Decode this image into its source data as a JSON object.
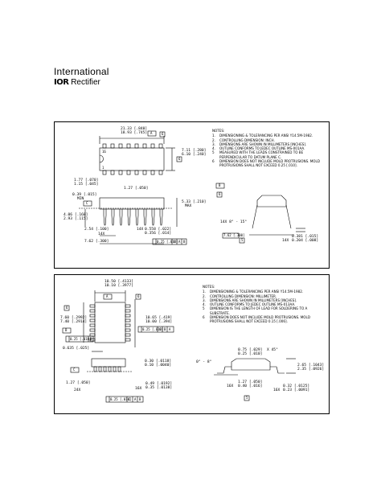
{
  "logo": {
    "line1": "International",
    "ior": "IOR",
    "rectifier": "Rectifier"
  },
  "panel1": {
    "notes_title": "NOTES:",
    "notes": [
      {
        "n": "1.",
        "t": "DIMENSIONING & TOLERANCING PER ANSI Y14.5M-1982."
      },
      {
        "n": "2.",
        "t": "CONTROLLING DIMENSION: INCH."
      },
      {
        "n": "3.",
        "t": "DIMENSIONS ARE SHOWN IN MILLIMETERS [INCHES]."
      },
      {
        "n": "4.",
        "t": "OUTLINE CONFORMS TO JEDEC OUTLINE MS-001AA."
      },
      {
        "n": "5",
        "t": "MEASURED WITH THE LEADS CONSTRAINED TO BE PERPENDICULAR TO DATUM PLANE C."
      },
      {
        "n": "6",
        "t": "DIMENSION DOES NOT INCLUDE MOLD PROTRUSIONS. MOLD PROTRUSIONS SHALL NOT EXCEED 0.25 [.010]."
      }
    ],
    "dims": {
      "len_max": "21.33 [.840]",
      "len_min": "18.93 [.745]",
      "datum_a": "A",
      "flag6": "6",
      "wid_max": "7.11 [.280]",
      "wid_min": "6.10 [.240]",
      "flag6b": "6",
      "pin1": "16",
      "pin_small": "1",
      "lead_end_max": "1.77 [.070]",
      "lead_end_min": "1.15 [.045]",
      "pitch_end": "1.27 [.050]",
      "standoff_a": "0.39 [.015]",
      "standoff_b": "MIN",
      "height_a": "5.33 [.210]",
      "height_b": "MAX",
      "datum_c": "C",
      "seat_max": "4.06 [.160]",
      "seat_min": "2.93 [.115]",
      "pitch": "2.54 [.100]",
      "pitch_n": "14X",
      "lead_w_count": "14X",
      "lead_w_max": "0.558 [.022]",
      "lead_w_min": "0.356 [.014]",
      "row_space": "7.62 [.300]",
      "fcf": [
        "0.25 [.010]",
        "C",
        "A",
        "B"
      ],
      "angle": "14X 8° - 15°",
      "flag5": "5",
      "row_space2": "7.62 [.300]",
      "lead_t_count": "14X",
      "lead_t_max": "0.381 [.015]",
      "lead_t_min": "0.204 [.008]",
      "datum_b": "B",
      "flag6c": "6"
    }
  },
  "panel2": {
    "notes_title": "NOTES:",
    "notes": [
      {
        "n": "1.",
        "t": "DIMENSIONING & TOLERANCING PER ANSI Y14.5M-1982."
      },
      {
        "n": "2.",
        "t": "CONTROLLING DIMENSION: MILLIMETER."
      },
      {
        "n": "3.",
        "t": "DIMENSIONS ARE SHOWN IN MILLIMETERS [INCHES]."
      },
      {
        "n": "4.",
        "t": "OUTLINE CONFORMS TO JEDEC OUTLINE MS-013AA."
      },
      {
        "n": "5",
        "t": "DIMENSION IS THE LENGTH OF LEAD FOR SOLDERING TO A SUBSTRATE."
      },
      {
        "n": "6",
        "t": "DIMENSION DOES NOT INCLUDE MOLD PROTRUSIONS. MOLD PROTRUSIONS SHALL NOT EXCEED 0.15 [.006]."
      }
    ],
    "dims": {
      "len_max": "10.50 [.4133]",
      "len_min": "10.10 [.3977]",
      "datum_a": "A",
      "flag6": "6",
      "flag6b": "6",
      "w_max": "7.60 [.2992]",
      "w_min": "7.40 [.2914]",
      "datum_b": "B",
      "fcf_top": [
        "0.25 [.010]",
        "B"
      ],
      "ow_max": "10.65 [.419]",
      "ow_min": "10.00 [.394]",
      "fcf_side": [
        "0.25 [.010]",
        "C",
        "B",
        "A"
      ],
      "pitch_end": "0.635 [.025]",
      "datum_c": "C",
      "standoff_max": "0.30 [.0118]",
      "standoff_min": "0.10 [.0040]",
      "pitch": "1.27 [.050]",
      "pitch_n": "24X",
      "lead_w_count": "16X",
      "lead_w_max": "0.49 [.0192]",
      "lead_w_min": "0.35 [.0138]",
      "fcf_bot": [
        "0.25 [.010]",
        "C",
        "A",
        "B"
      ],
      "angle": "0° - 8°",
      "chamfer": "0.75 [.029]",
      "chamfer_min": "0.25 [.010]",
      "chamfer_note": "X 45°",
      "foot_count": "16X",
      "foot_max": "1.27 [.050]",
      "foot_min": "0.40 [.016]",
      "flag5": "5",
      "h_max": "2.65 [.1043]",
      "h_min": "2.35 [.0926]",
      "lt_count": "16X",
      "lt_max": "0.32 [.0125]",
      "lt_min": "0.23 [.0091]"
    }
  }
}
